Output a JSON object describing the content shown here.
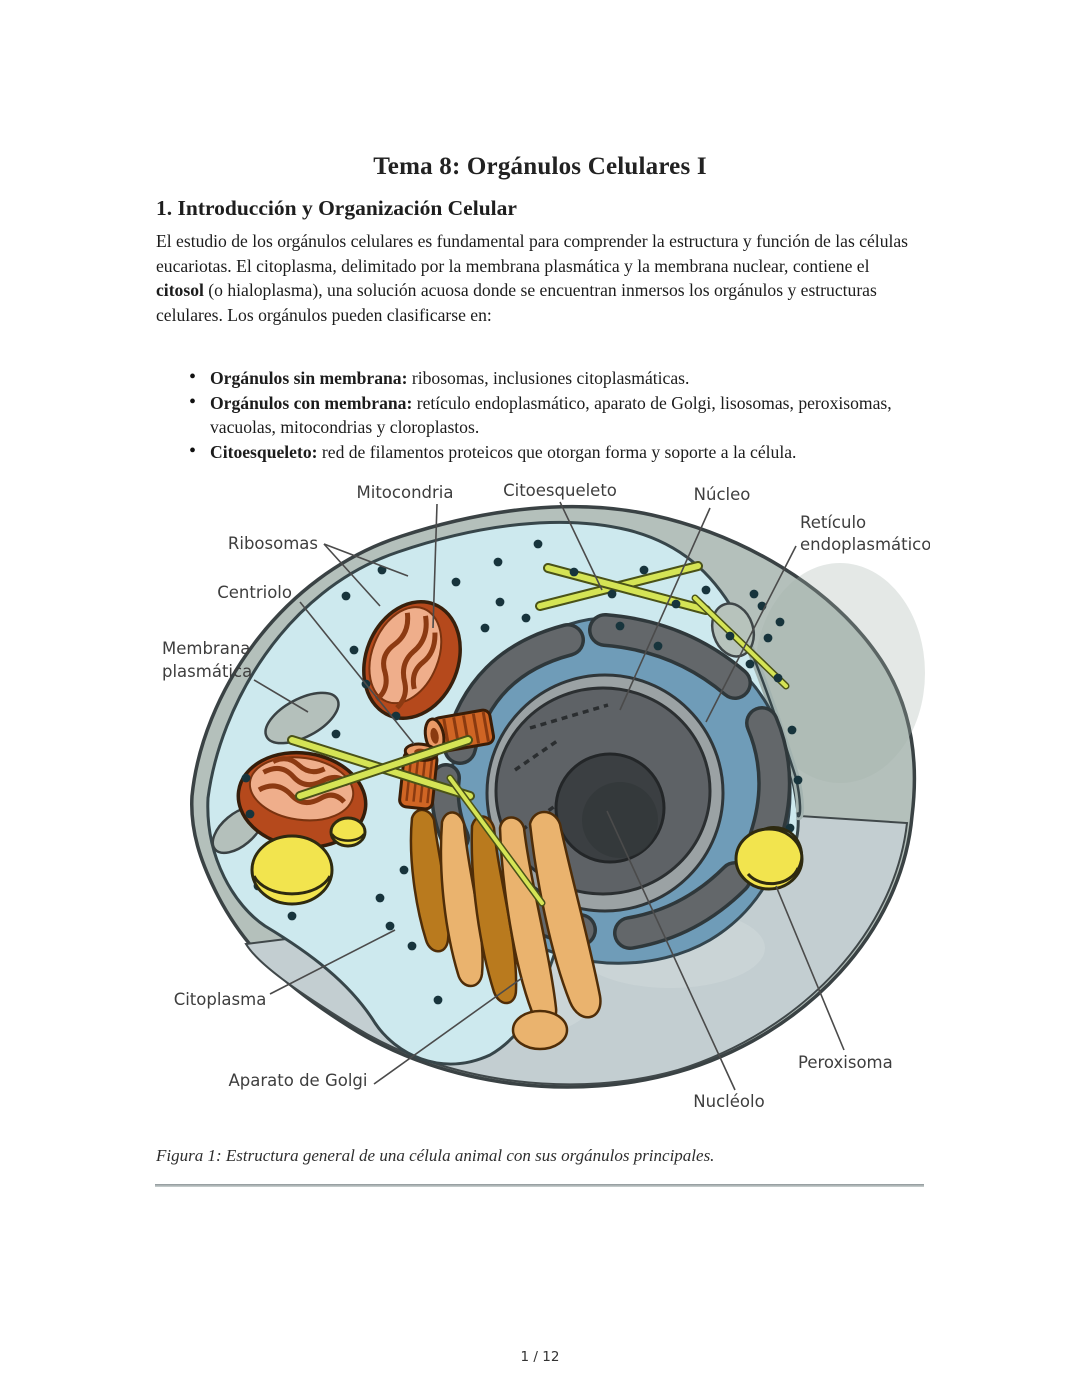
{
  "page": {
    "title": "Tema 8: Orgánulos Celulares I",
    "section_heading": "1. Introducción y Organización Celular",
    "intro": {
      "before_bold": "El estudio de los orgánulos celulares es fundamental para comprender la estructura y función de las células eucariotas. El citoplasma, delimitado por la membrana plasmática y la membrana nuclear, contiene el ",
      "bold": "citosol",
      "after_bold": " (o hialoplasma), una solución acuosa donde se encuentran inmersos los orgánulos y estructuras celulares. Los orgánulos pueden clasificarse en:"
    },
    "bullets": [
      {
        "label": "Orgánulos sin membrana:",
        "text": " ribosomas, inclusiones citoplasmáticas."
      },
      {
        "label": "Orgánulos con membrana:",
        "text": " retículo endoplasmático, aparato de Golgi, lisosomas, peroxisomas, vacuolas, mitocondrias y cloroplastos."
      },
      {
        "label": "Citoesqueleto:",
        "text": " red de filamentos proteicos que otorgan forma y soporte a la célula."
      }
    ],
    "figure": {
      "caption": "Figura 1: Estructura general de una célula animal con sus orgánulos principales.",
      "labels": {
        "mitocondria": "Mitocondria",
        "citoesqueleto": "Citoesqueleto",
        "nucleo": "Núcleo",
        "reticulo_line1": "Retículo",
        "reticulo_line2": "endoplasmático",
        "ribosomas": "Ribosomas",
        "centriolo": "Centriolo",
        "membrana_line1": "Membrana",
        "membrana_line2": "plasmática",
        "citoplasma": "Citoplasma",
        "aparato_golgi": "Aparato de Golgi",
        "nucleolo": "Nucléolo",
        "peroxisoma": "Peroxisoma"
      }
    },
    "footer": {
      "page_indicator": "1 / 12"
    },
    "colors": {
      "cytoplasm": "#cde9ee",
      "cell_surface": "#b4c0bb",
      "cut_floor": "#c3ced1",
      "nucleus": "#5e6266",
      "nucleolus": "#3b3f42",
      "er_blue": "#6f9cb8",
      "cisternae_gray": "#63676a",
      "mitochondria": "#b5491c",
      "mitochondria_inner": "#efae8b",
      "golgi_light": "#eab36e",
      "golgi_dark": "#b97a1e",
      "vesicle_yellow": "#f2e44e",
      "filament_green": "#d5e455",
      "outline": "#3a4244"
    }
  }
}
